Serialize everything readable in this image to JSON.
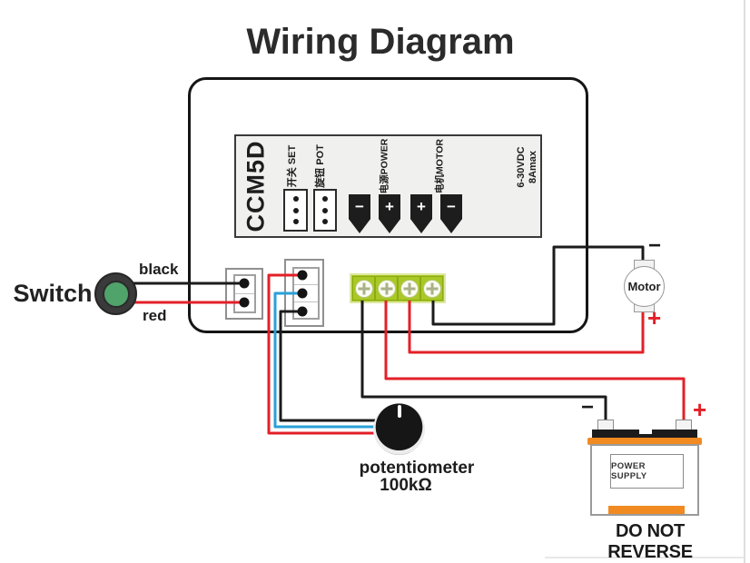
{
  "title": "Wiring Diagram",
  "controller": {
    "model": "CCM5D",
    "set_label": "开关 SET",
    "pot_label": "旋钮 POT",
    "power_label": "电源POWER",
    "motor_label": "电机MOTOR",
    "rating_line1": "6-30VDC",
    "rating_line2": "8Amax",
    "terminal_signs": [
      "−",
      "+",
      "+",
      "−"
    ]
  },
  "switch": {
    "label": "Switch",
    "black_wire_label": "black",
    "red_wire_label": "red"
  },
  "motor": {
    "label": "Motor",
    "negative_sign": "−",
    "positive_sign": "+"
  },
  "potentiometer": {
    "name": "potentiometer",
    "value": "100kΩ"
  },
  "power_supply": {
    "label": "POWER SUPPLY",
    "warning": "DO NOT REVERSE",
    "negative_sign": "−",
    "positive_sign": "+"
  },
  "colors": {
    "wire_black": "#1b1b1b",
    "wire_red": "#e32028",
    "wire_blue": "#2ba0d8",
    "terminal_green": "#a9c826",
    "battery_orange": "#f08a21",
    "switch_green": "#4fa36b"
  }
}
